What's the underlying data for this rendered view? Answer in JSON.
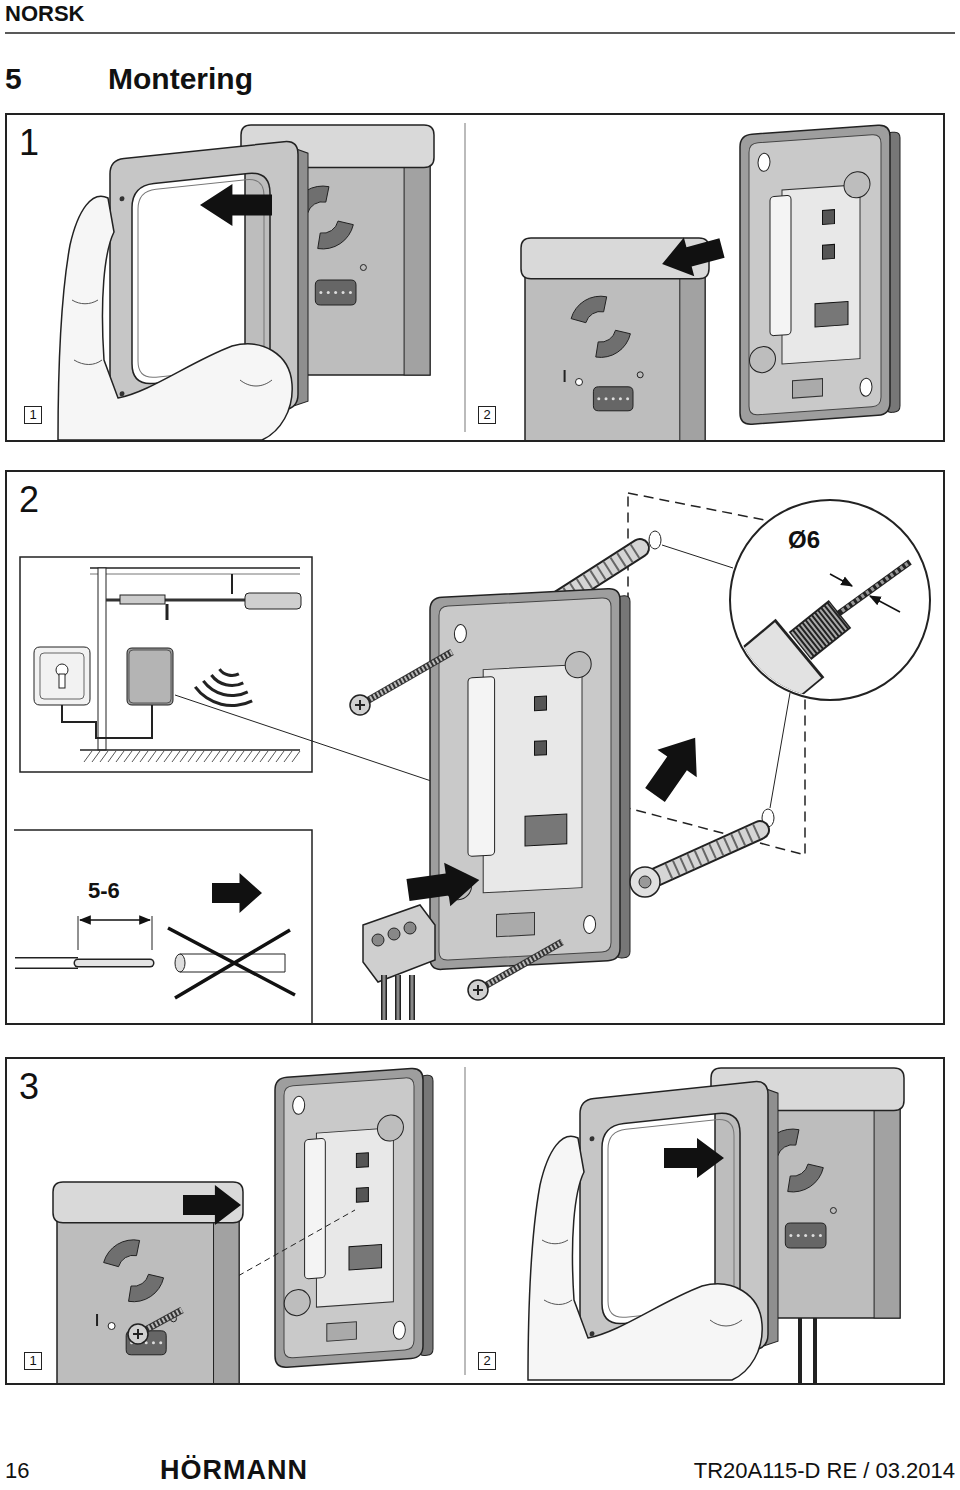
{
  "diagram": {
    "title": "Montering",
    "nodes": [
      {
        "text": [
          "1"
        ]
      },
      {
        "text": [
          "1"
        ],
        "in": 0
      },
      {
        "text": [
          "2"
        ],
        "in": 0
      },
      {
        "text": [
          "2"
        ]
      },
      {
        "text": [
          "3"
        ]
      },
      {
        "text": [
          "1"
        ],
        "in": 4
      },
      {
        "text": [
          "2"
        ],
        "in": 4
      }
    ],
    "labels": [
      "NORSK",
      "5",
      "Ø6",
      "5-6",
      "16",
      "HÖRMANN",
      "TR20A115-D RE / 03.2014"
    ]
  }
}
